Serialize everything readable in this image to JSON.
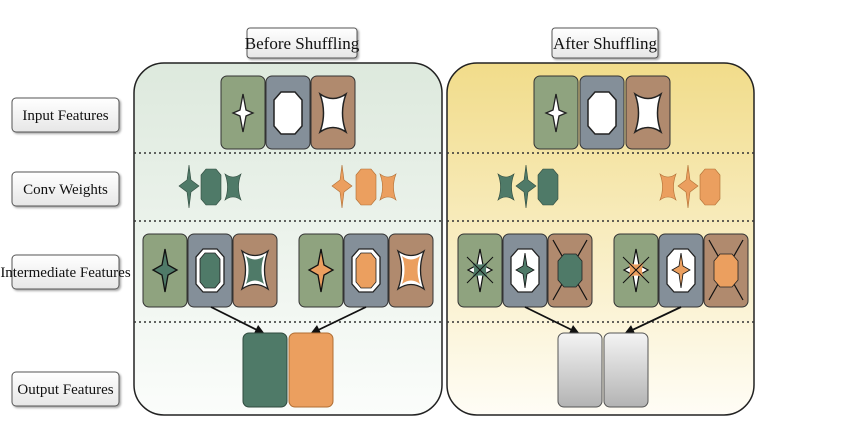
{
  "panels": [
    {
      "title": "Before Shuffling"
    },
    {
      "title": "After Shuffling"
    }
  ],
  "row_labels": [
    "Input Features",
    "Conv Weights",
    "Intermediate Features",
    "Output Features"
  ],
  "colors": {
    "green": "#4f7a68",
    "orange": "#eb9f5f",
    "tile_green": "#8fa37f",
    "tile_slate": "#848f99",
    "tile_brown": "#b08a6e",
    "panel_left": "#e2ece2",
    "panel_right": "#f1de8e",
    "output_gray": "#c4c4c4"
  },
  "icons": [
    "star-icon",
    "octagon-icon",
    "concave-square-icon"
  ]
}
